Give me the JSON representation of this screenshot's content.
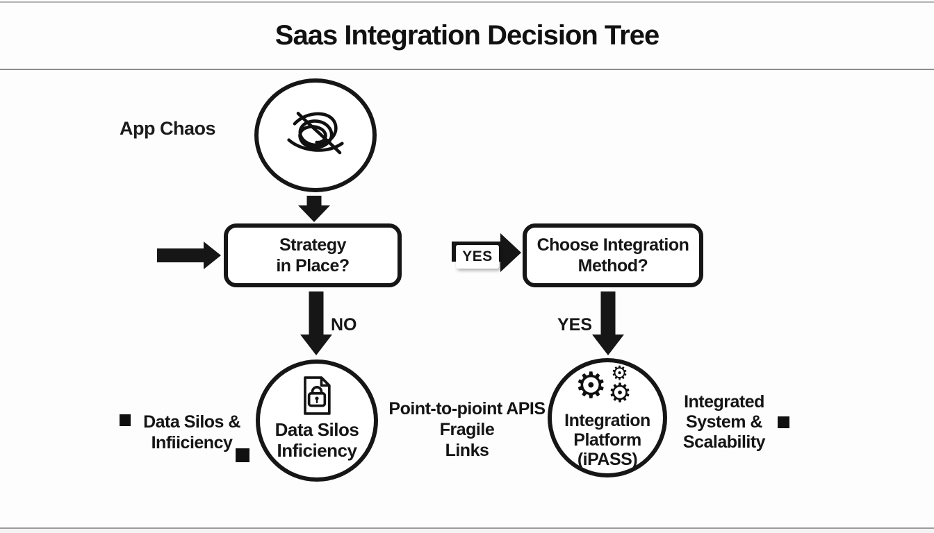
{
  "title": "Saas Integration Decision Tree",
  "nodes": {
    "app_chaos": {
      "label": "App Chaos",
      "icon": "tangle-scribble-icon"
    },
    "strategy": {
      "line1": "Strategy",
      "line2": "in Place?"
    },
    "choose_method": {
      "line1": "Choose Integration",
      "line2": "Method?"
    },
    "data_silos": {
      "icon": "locked-document-icon",
      "line1": "Data Silos",
      "line2": "Inficiency"
    },
    "platform": {
      "icon": "gears-icon",
      "line1": "Integration",
      "line2": "Platform",
      "line3": "(iPASS)"
    }
  },
  "edges": {
    "no_label": "NO",
    "yes_tag": "YES",
    "yes_label": "YES"
  },
  "annotations": {
    "left": {
      "line1": "Data Silos &",
      "line2": "Infiiciency"
    },
    "middle": {
      "line1": "Point-to-pioint APIS",
      "line2": "Fragile",
      "line3": "Links"
    },
    "right": {
      "line1": "Integrated",
      "line2": "System &",
      "line3": "Scalability"
    }
  },
  "icons": {
    "gear_glyph": "⚙"
  },
  "colors": {
    "ink": "#161616",
    "background": "#fdfdfd",
    "rule_gray": "#9c9c9c"
  }
}
